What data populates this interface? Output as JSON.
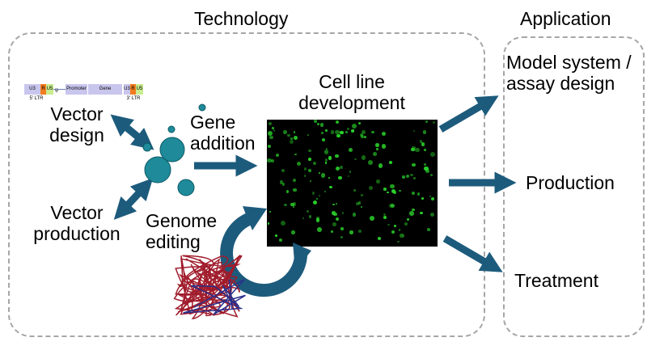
{
  "titles": {
    "technology": "Technology",
    "application": "Application"
  },
  "technology": {
    "vector_design": "Vector design",
    "vector_production": "Vector production",
    "gene_addition": "Gene addition",
    "genome_editing": "Genome editing",
    "cell_line": "Cell line development"
  },
  "vector_map": {
    "u3": "U3",
    "r": "R",
    "u5": "U5",
    "psi": "ψ",
    "promoter": "Promoter",
    "gene": "Gene",
    "ltr5": "5' LTR",
    "ltr3": "3' LTR"
  },
  "application": {
    "model": "Model system / assay design",
    "production": "Production",
    "treatment": "Treatment"
  },
  "colors": {
    "arrow": "#1d5b7c",
    "green": "#2bd62b",
    "lavender": "#c9c6ee",
    "orange": "#f07c1e",
    "lime": "#c9ed8f"
  }
}
